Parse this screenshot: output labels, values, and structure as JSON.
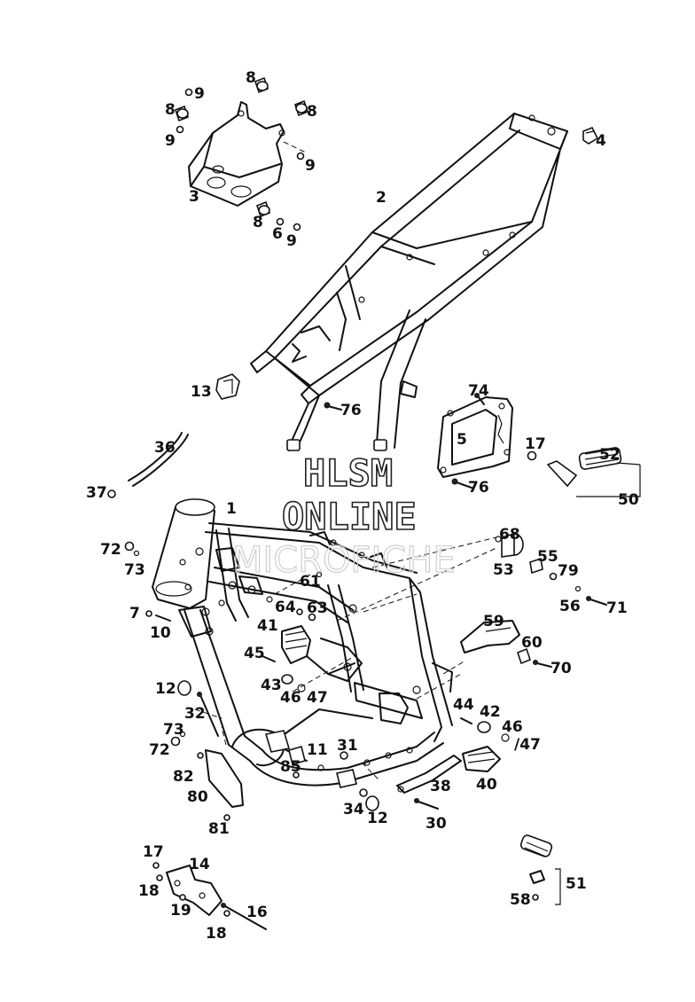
{
  "watermark": {
    "line1": "HLSM",
    "line2": "ONLINE",
    "line3": "MICROFICHE"
  },
  "labels": [
    {
      "id": "l8a",
      "text": "8"
    },
    {
      "id": "l9a",
      "text": "9"
    },
    {
      "id": "l8b",
      "text": "8"
    },
    {
      "id": "l8c",
      "text": "8"
    },
    {
      "id": "l9b",
      "text": "9"
    },
    {
      "id": "l9c",
      "text": "9"
    },
    {
      "id": "l3",
      "text": "3"
    },
    {
      "id": "l8d",
      "text": "8"
    },
    {
      "id": "l6",
      "text": "6"
    },
    {
      "id": "l9d",
      "text": "9"
    },
    {
      "id": "l2",
      "text": "2"
    },
    {
      "id": "l4",
      "text": "4"
    },
    {
      "id": "l13",
      "text": "13"
    },
    {
      "id": "l76a",
      "text": "76"
    },
    {
      "id": "l74",
      "text": "74"
    },
    {
      "id": "l5",
      "text": "5"
    },
    {
      "id": "l17a",
      "text": "17"
    },
    {
      "id": "l52",
      "text": "52"
    },
    {
      "id": "l36",
      "text": "36"
    },
    {
      "id": "l76b",
      "text": "76"
    },
    {
      "id": "l50",
      "text": "50"
    },
    {
      "id": "l37",
      "text": "37"
    },
    {
      "id": "l1",
      "text": "1"
    },
    {
      "id": "l68",
      "text": "68"
    },
    {
      "id": "l72a",
      "text": "72"
    },
    {
      "id": "l73a",
      "text": "73"
    },
    {
      "id": "l55",
      "text": "55"
    },
    {
      "id": "l53",
      "text": "53"
    },
    {
      "id": "l79",
      "text": "79"
    },
    {
      "id": "l61",
      "text": "61"
    },
    {
      "id": "l56",
      "text": "56"
    },
    {
      "id": "l71",
      "text": "71"
    },
    {
      "id": "l64",
      "text": "64"
    },
    {
      "id": "l63",
      "text": "63"
    },
    {
      "id": "l7",
      "text": "7"
    },
    {
      "id": "l10",
      "text": "10"
    },
    {
      "id": "l41",
      "text": "41"
    },
    {
      "id": "l59",
      "text": "59"
    },
    {
      "id": "l60",
      "text": "60"
    },
    {
      "id": "l45",
      "text": "45"
    },
    {
      "id": "l70",
      "text": "70"
    },
    {
      "id": "l43",
      "text": "43"
    },
    {
      "id": "l12a",
      "text": "12"
    },
    {
      "id": "l46a",
      "text": "46"
    },
    {
      "id": "l47a",
      "text": "47"
    },
    {
      "id": "l32",
      "text": "32"
    },
    {
      "id": "l44",
      "text": "44"
    },
    {
      "id": "l42",
      "text": "42"
    },
    {
      "id": "l73b",
      "text": "73"
    },
    {
      "id": "l46b",
      "text": "46"
    },
    {
      "id": "l72b",
      "text": "72"
    },
    {
      "id": "l47b",
      "text": "/47"
    },
    {
      "id": "l11",
      "text": "11"
    },
    {
      "id": "l31",
      "text": "31"
    },
    {
      "id": "l85",
      "text": "85"
    },
    {
      "id": "l82",
      "text": "82"
    },
    {
      "id": "l40",
      "text": "40"
    },
    {
      "id": "l38",
      "text": "38"
    },
    {
      "id": "l80",
      "text": "80"
    },
    {
      "id": "l34",
      "text": "34"
    },
    {
      "id": "l12b",
      "text": "12"
    },
    {
      "id": "l81",
      "text": "81"
    },
    {
      "id": "l30",
      "text": "30"
    },
    {
      "id": "l17b",
      "text": "17"
    },
    {
      "id": "l14",
      "text": "14"
    },
    {
      "id": "l51",
      "text": "51"
    },
    {
      "id": "l18a",
      "text": "18"
    },
    {
      "id": "l58",
      "text": "58"
    },
    {
      "id": "l19",
      "text": "19"
    },
    {
      "id": "l16",
      "text": "16"
    },
    {
      "id": "l18b",
      "text": "18"
    }
  ]
}
